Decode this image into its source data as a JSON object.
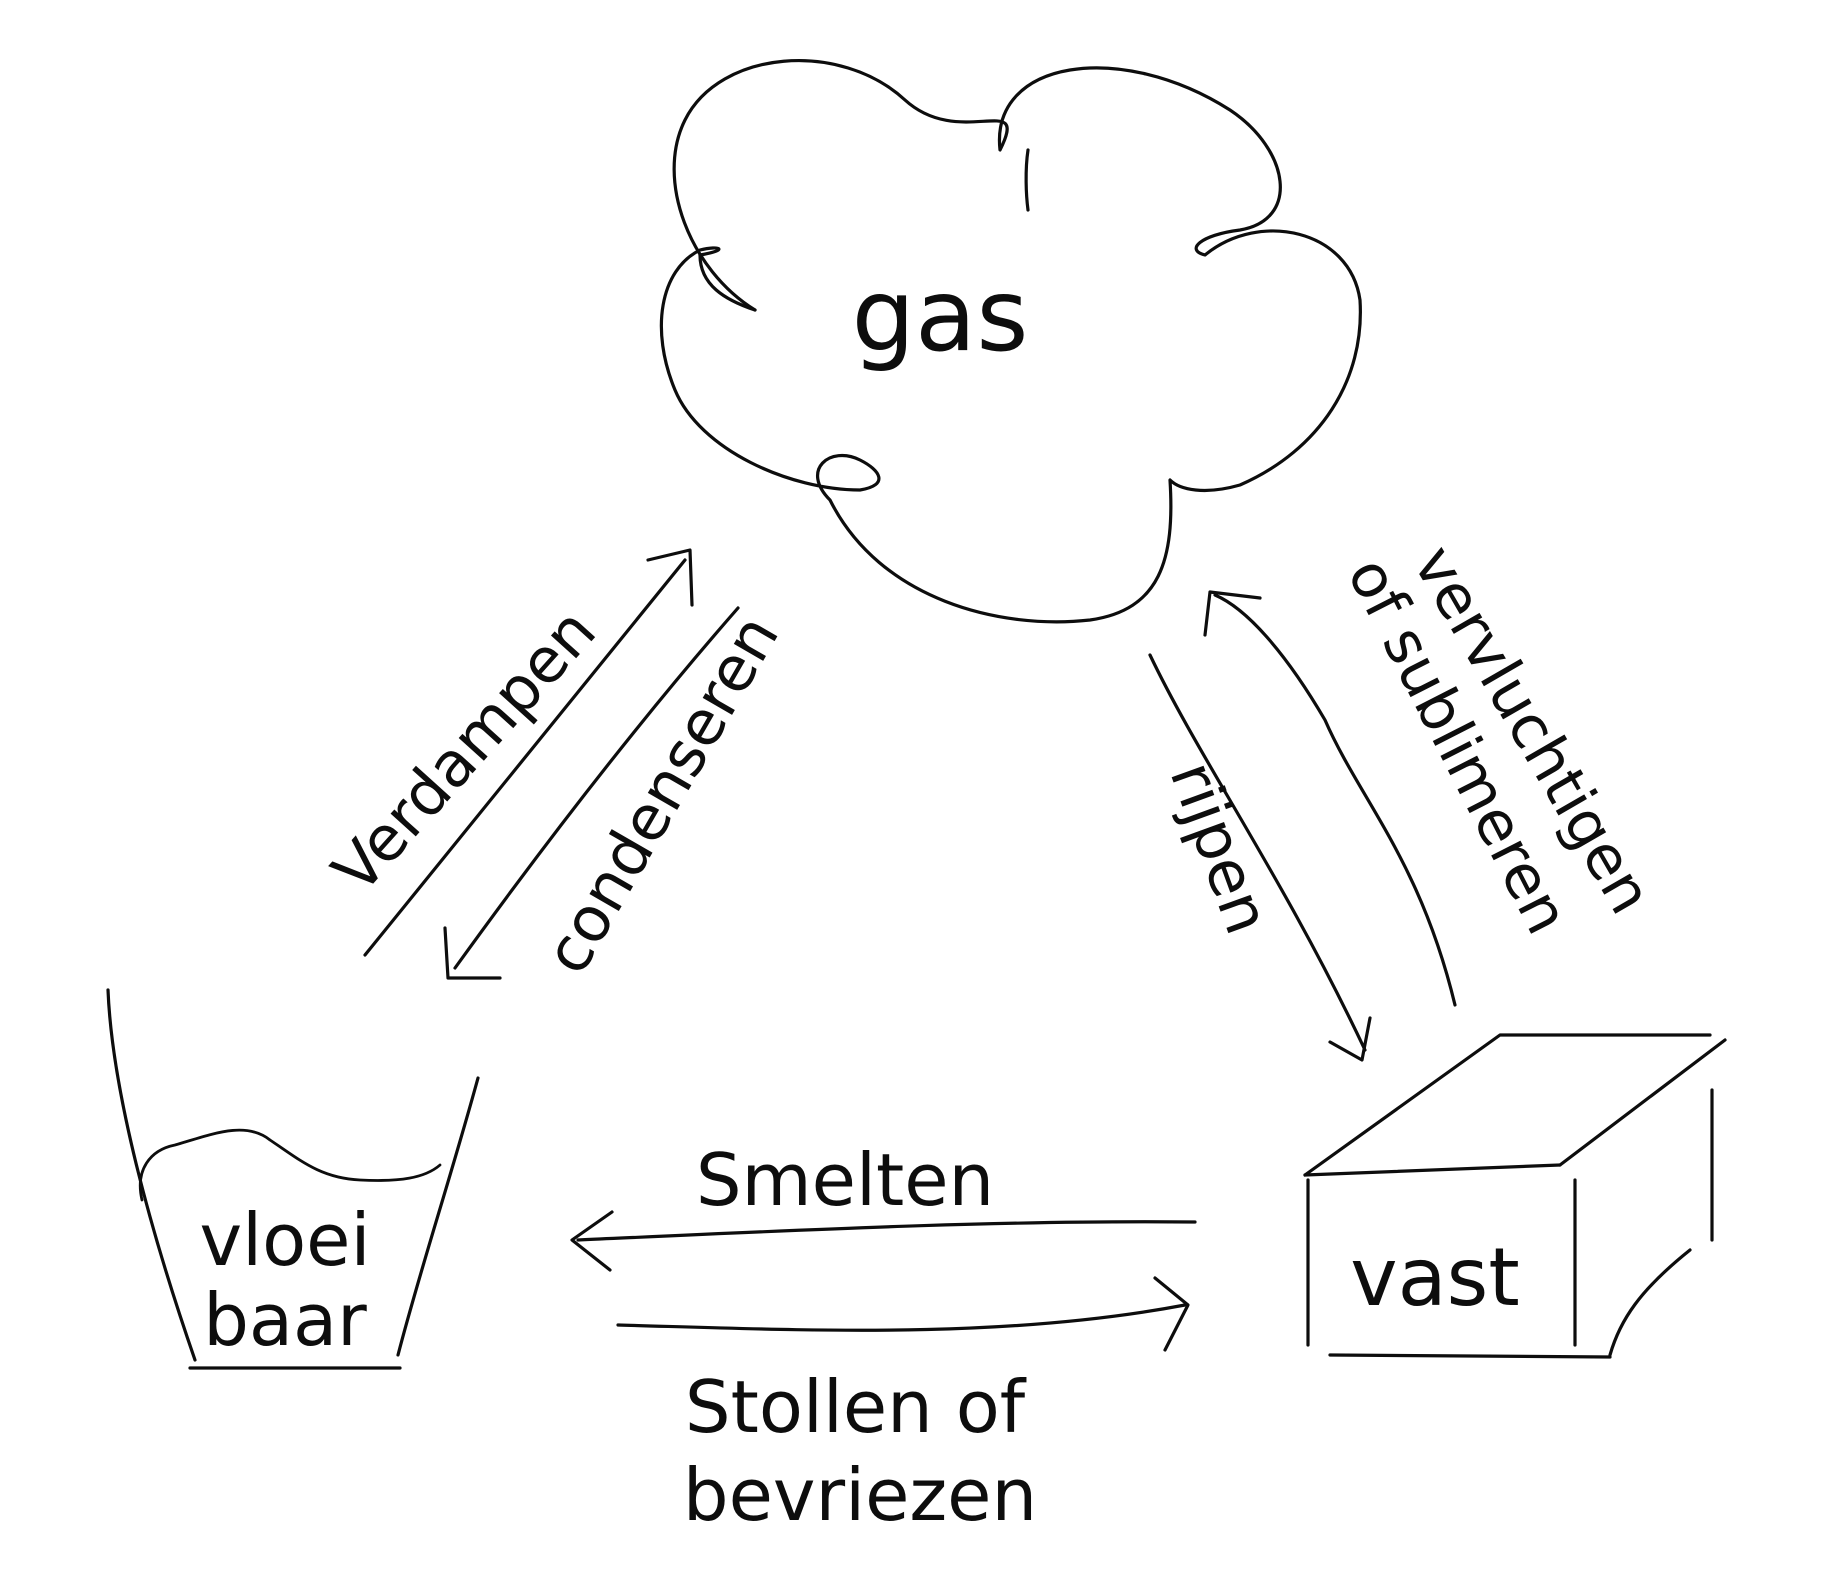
{
  "states": {
    "gas": "gas",
    "liquid_line1": "vloei",
    "liquid_line2": "baar",
    "solid": "vast"
  },
  "transitions": {
    "evaporation": "Verdampen",
    "condensation": "condenseren",
    "melting": "Smelten",
    "solidify_line1": "Stollen of",
    "solidify_line2": "bevriezen",
    "deposition": "rijpen",
    "sublimation_line1": "vervluchtigen",
    "sublimation_line2": "of sublimeren"
  }
}
